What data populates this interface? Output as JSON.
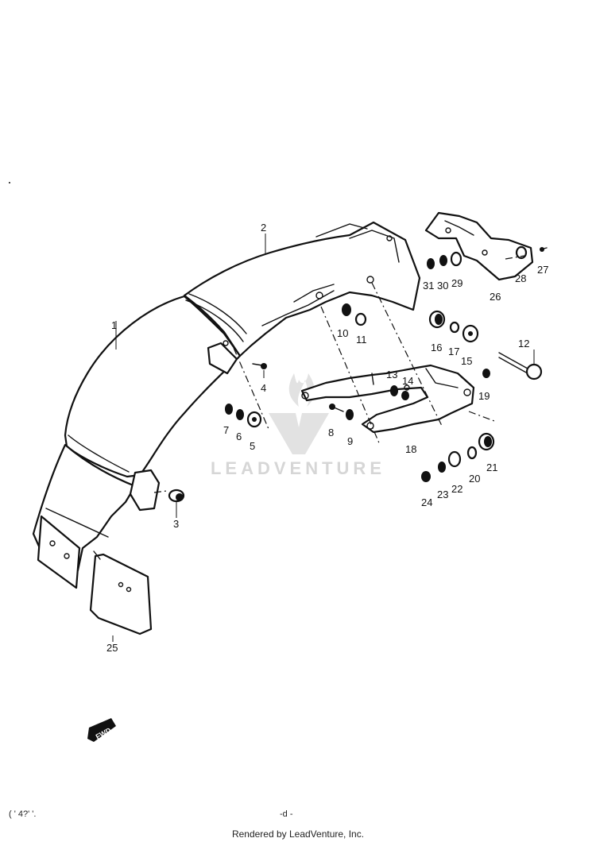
{
  "watermark": "LEADVENTURE",
  "footer": "Rendered by LeadVenture, Inc.",
  "corner_code": "( ' 4?' '.",
  "page_number": "-d -",
  "fwd_label": "FWD",
  "callouts": {
    "c1": "1",
    "c2": "2",
    "c3": "3",
    "c4": "4",
    "c5": "5",
    "c6": "6",
    "c7": "7",
    "c8": "8",
    "c9": "9",
    "c10": "10",
    "c11": "11",
    "c12": "12",
    "c13": "13",
    "c14": "14",
    "c15": "15",
    "c16": "16",
    "c17": "17",
    "c18": "18",
    "c19": "19",
    "c20": "20",
    "c21": "21",
    "c22": "22",
    "c23": "23",
    "c24": "24",
    "c25": "25",
    "c26": "26",
    "c27": "27",
    "c28": "28",
    "c29": "29",
    "c30": "30",
    "c31": "31"
  },
  "colors": {
    "line": "#111111",
    "watermark": "#d6d6d6",
    "background": "#ffffff"
  }
}
